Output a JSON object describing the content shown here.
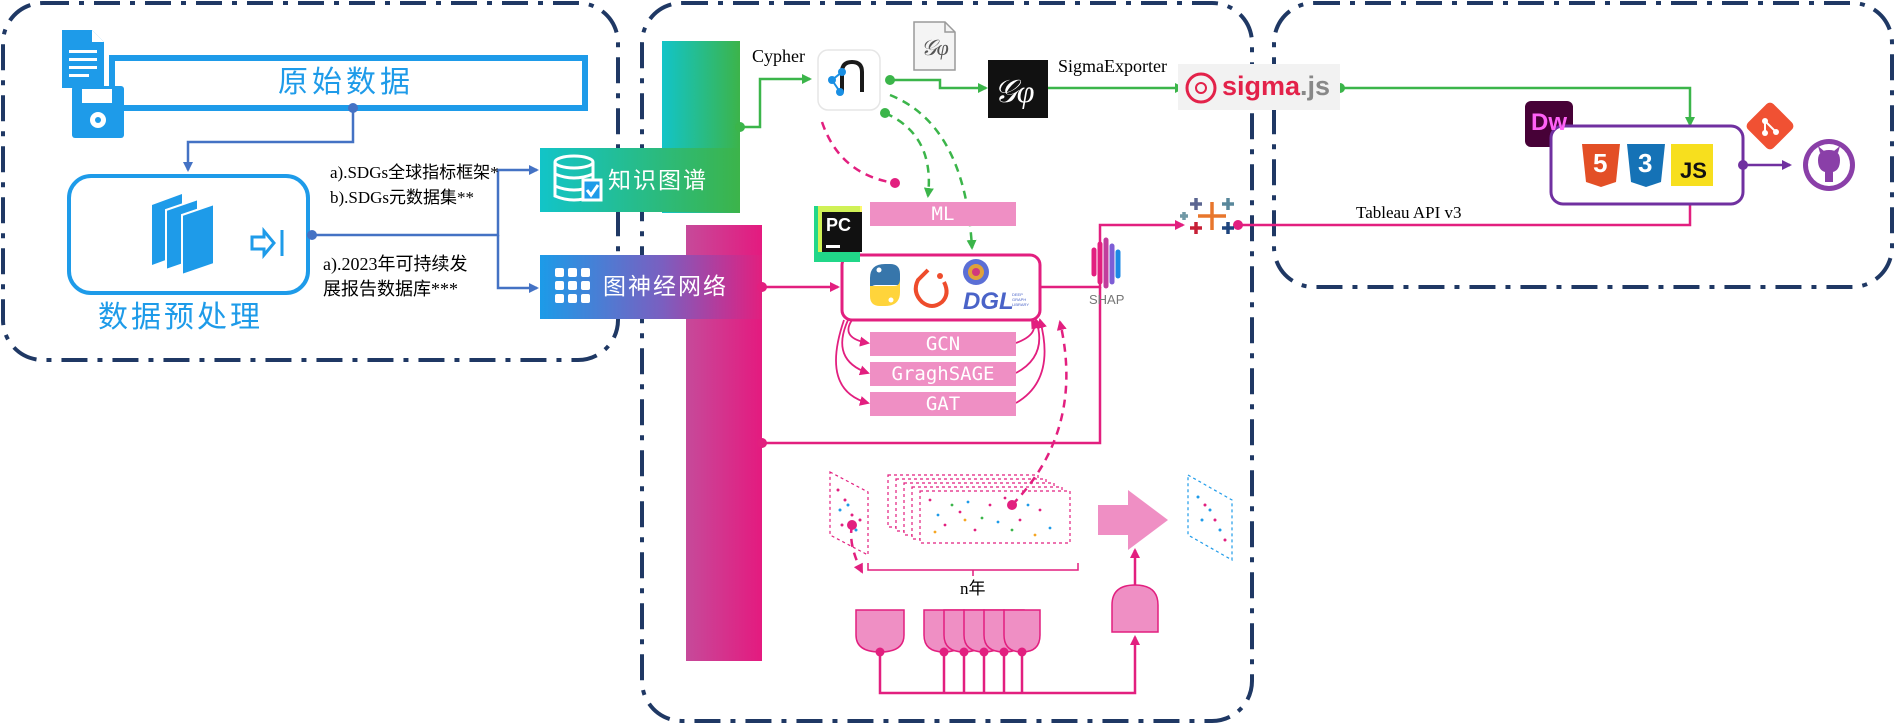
{
  "raw_data": {
    "label": "原始数据",
    "icons": [
      "document-icon",
      "floppy-disk-icon"
    ]
  },
  "preprocess": {
    "label": "数据预处理",
    "icons": [
      "stacked-pages-icon",
      "import-arrow-icon"
    ]
  },
  "sources": {
    "a_framework": "a).SDGs全球指标框架*",
    "b_metadata": "b).SDGs元数据集**",
    "a_report_line1": "a).2023年可持续发",
    "a_report_line2": "展报告数据库***"
  },
  "knowledge_graph": {
    "label": "知识图谱",
    "icon": "database-check-icon"
  },
  "gnn": {
    "label": "图神经网络",
    "icon": "grid-dots-icon"
  },
  "graph_db": {
    "cypher_label": "Cypher",
    "icon": "neo4j-icon"
  },
  "gephi": {
    "icon": "gephi-icon",
    "file_icon": "gephi-file-icon",
    "exporter_label": "SigmaExporter"
  },
  "sigma": {
    "logo_text": "sigma",
    "logo_suffix": ".js",
    "icon": "sigma-ring-icon"
  },
  "ml": {
    "label": "ML",
    "tools": [
      "pycharm-icon",
      "python-icon",
      "pytorch-icon",
      "dgl-icon"
    ],
    "dgl_text": "DGL",
    "dgl_subtext": "DEEP GRAPH LIBRARY",
    "pycharm_text": "PC",
    "models": [
      "GCN",
      "GraghSAGE",
      "GAT"
    ]
  },
  "shap": {
    "label": "SHAP",
    "icon": "shap-icon"
  },
  "tableau": {
    "api_label": "Tableau API v3",
    "icon": "tableau-icon"
  },
  "web": {
    "dw_label": "Dw",
    "tech_icons": [
      "html5-icon",
      "css3-icon",
      "js-icon"
    ],
    "html5_num": "5",
    "css3_num": "3",
    "js_label": "JS",
    "git_icon": "git-icon",
    "github_icon": "github-icon"
  },
  "temporal": {
    "years_label": "n年",
    "heatmap_icon": "heatmap-matrix-icon",
    "arrow_icon": "block-arrow-icon",
    "logic_icon": "and-gate-icon"
  },
  "colors": {
    "dash_border": "#1f3864",
    "blue": "#1e9be9",
    "connector_blue": "#4472c4",
    "green": "#3bb54a",
    "magenta": "#e21f7f",
    "pink_box": "#ef8fc4",
    "purple": "#7030a0"
  }
}
